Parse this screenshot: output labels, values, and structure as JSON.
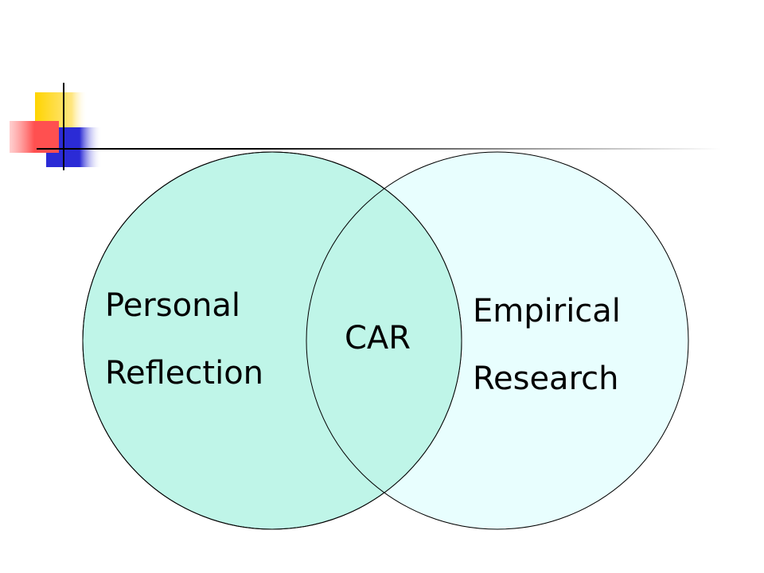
{
  "slide": {
    "decoration": {
      "yellow": "#FFD400",
      "red": "#FF5050",
      "blue": "#2B2BD6",
      "rule_color": "#000000"
    }
  },
  "venn": {
    "left": {
      "label_line1": "Personal",
      "label_line2": "Reflection",
      "fill": "#BFF5E8",
      "stroke": "#000000"
    },
    "right": {
      "label_line1": "Empirical",
      "label_line2": "Research",
      "fill": "#E8FEFE",
      "stroke": "#000000"
    },
    "overlap": {
      "label": "CAR",
      "fill": "#BFF5E8"
    }
  }
}
